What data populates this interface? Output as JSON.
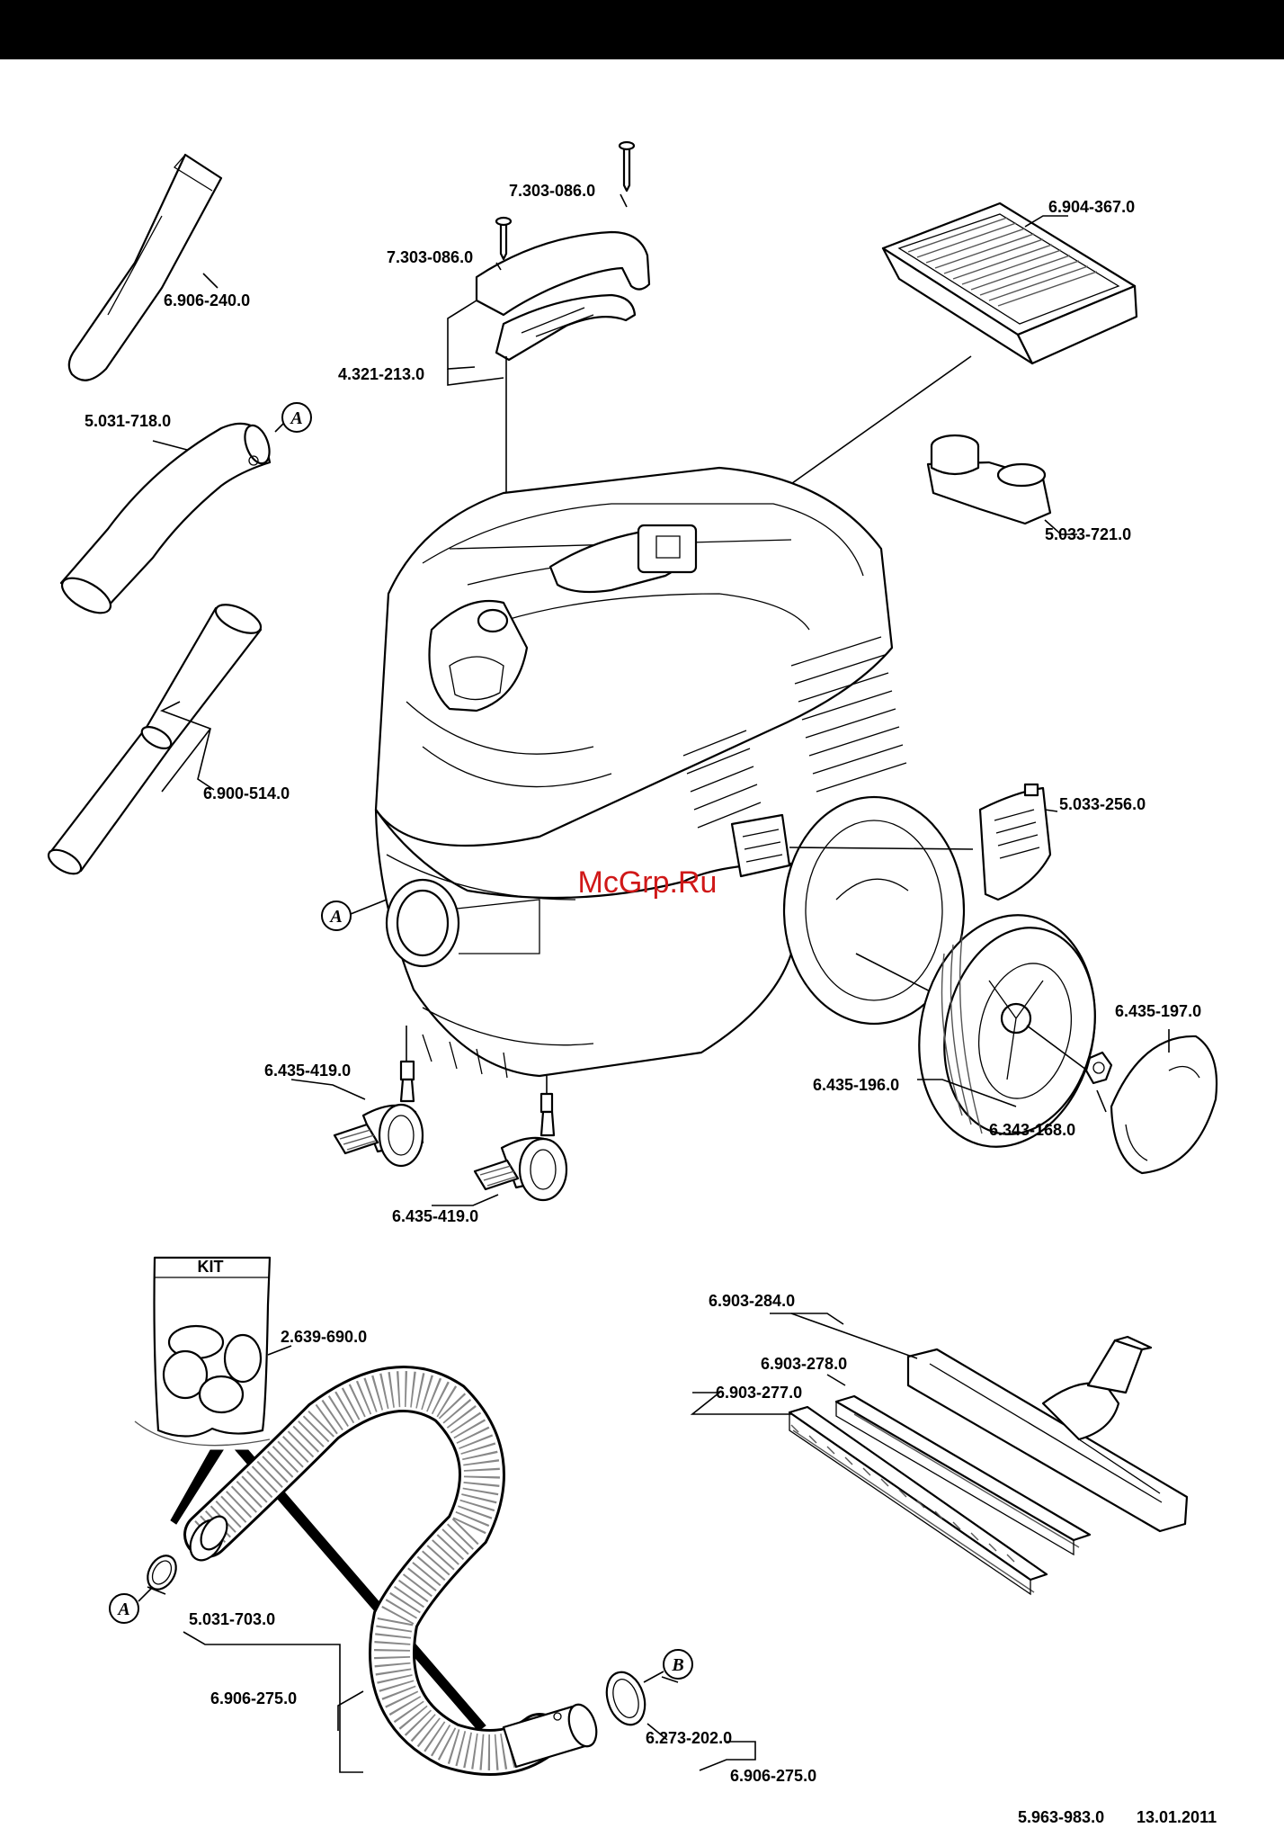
{
  "parts": {
    "screw_top": "7.303-086.0",
    "screw_left": "7.303-086.0",
    "filter": "6.904-367.0",
    "crevice_nozzle": "6.906-240.0",
    "handle": "4.321-213.0",
    "bend": "5.031-718.0",
    "holder": "5.033-721.0",
    "tubes": "6.900-514.0",
    "cover": "5.033-256.0",
    "hubcap": "6.435-197.0",
    "caster_1": "6.435-419.0",
    "wheel": "6.435-196.0",
    "clip": "6.343-168.0",
    "caster_2": "6.435-419.0",
    "kit": "2.639-690.0",
    "floor_nozzle": "6.903-284.0",
    "strip_1": "6.903-278.0",
    "strip_2": "6.903-277.0",
    "adapter": "5.031-703.0",
    "hose_1": "6.906-275.0",
    "ring": "6.273-202.0",
    "hose_2": "6.906-275.0"
  },
  "markers": {
    "a_bend": "A",
    "a_body": "A",
    "a_hose": "A",
    "b_hose": "B"
  },
  "kit_label": "KIT",
  "watermark": "McGrp.Ru",
  "footer": {
    "doc_number": "5.963-983.0",
    "date": "13.01.2011"
  }
}
